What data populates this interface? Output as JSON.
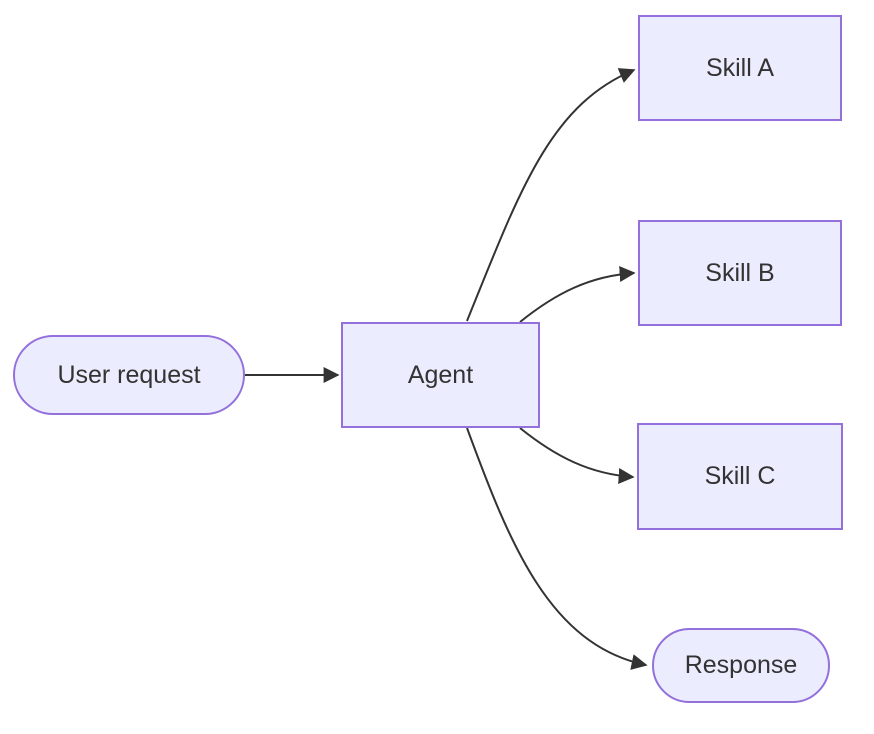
{
  "diagram": {
    "type": "flowchart",
    "direction": "left-to-right",
    "colors": {
      "node_fill": "#ECECFF",
      "node_border": "#9370DB",
      "edge": "#333333",
      "text": "#333333",
      "background": "#ffffff"
    },
    "nodes": [
      {
        "id": "user_request",
        "label": "User request",
        "shape": "stadium"
      },
      {
        "id": "agent",
        "label": "Agent",
        "shape": "rectangle"
      },
      {
        "id": "skill_a",
        "label": "Skill A",
        "shape": "rectangle"
      },
      {
        "id": "skill_b",
        "label": "Skill B",
        "shape": "rectangle"
      },
      {
        "id": "skill_c",
        "label": "Skill C",
        "shape": "rectangle"
      },
      {
        "id": "response",
        "label": "Response",
        "shape": "stadium"
      }
    ],
    "edges": [
      {
        "from": "user_request",
        "to": "agent",
        "arrow": "filled-triangle"
      },
      {
        "from": "agent",
        "to": "skill_a",
        "arrow": "filled-triangle"
      },
      {
        "from": "agent",
        "to": "skill_b",
        "arrow": "filled-triangle"
      },
      {
        "from": "agent",
        "to": "skill_c",
        "arrow": "filled-triangle"
      },
      {
        "from": "agent",
        "to": "response",
        "arrow": "filled-triangle"
      }
    ]
  }
}
